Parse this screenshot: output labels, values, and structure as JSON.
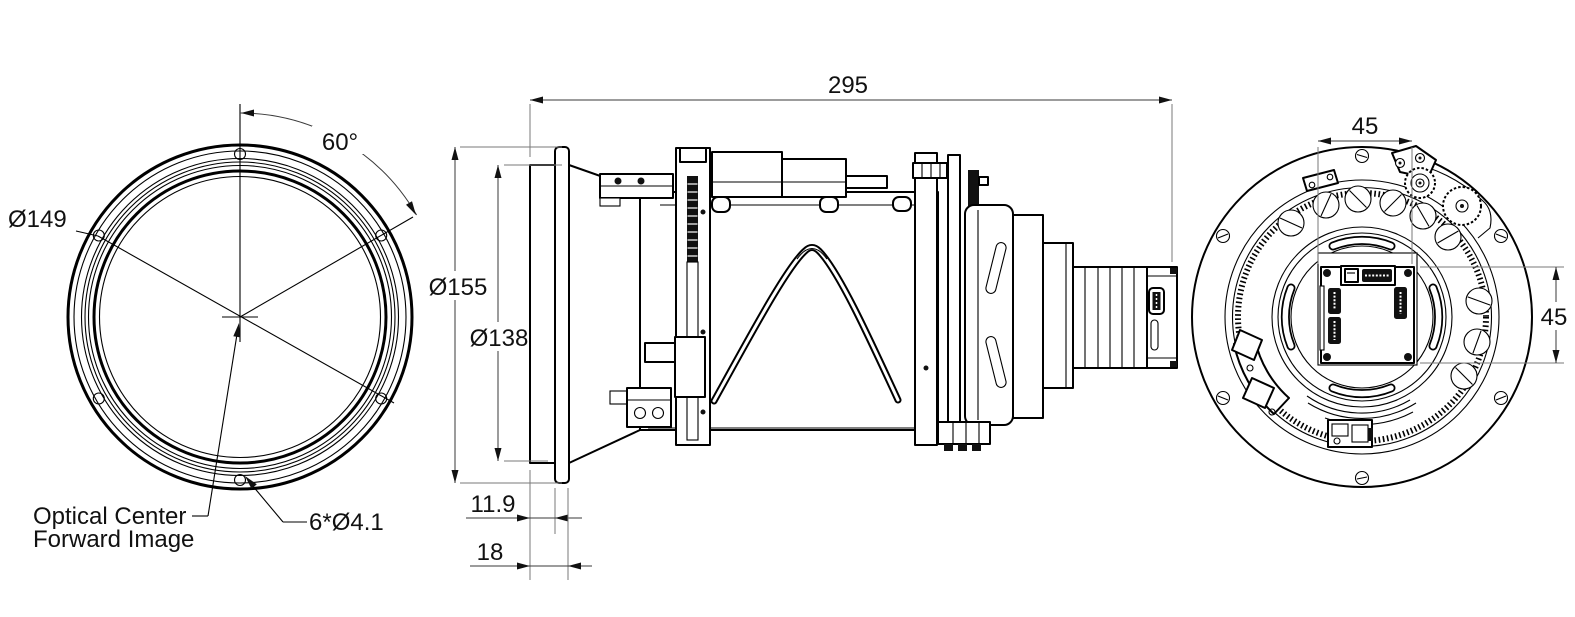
{
  "drawing": {
    "type": "mechanical-dimension-drawing",
    "views": [
      "front-view",
      "side-view",
      "rear-view"
    ]
  },
  "front_view": {
    "labels": {
      "bolt_circle_diameter": "Ø149",
      "hole_angle": "60°",
      "hole_spec": "6*Ø4.1",
      "note_line1": "Optical Center",
      "note_line2": "Forward Image"
    }
  },
  "side_view": {
    "labels": {
      "overall_length": "295",
      "flange_outer_diameter": "Ø155",
      "front_barrel_diameter": "Ø138",
      "front_section_depth": "11.9",
      "flange_total_depth": "18"
    }
  },
  "rear_view": {
    "labels": {
      "mount_square_width": "45",
      "mount_square_height": "45"
    }
  },
  "colors": {
    "line": "#000000",
    "extension_line": "#7a7a7a",
    "dimension_line": "#3a3a3a",
    "text": "#111111",
    "background": "#ffffff"
  }
}
